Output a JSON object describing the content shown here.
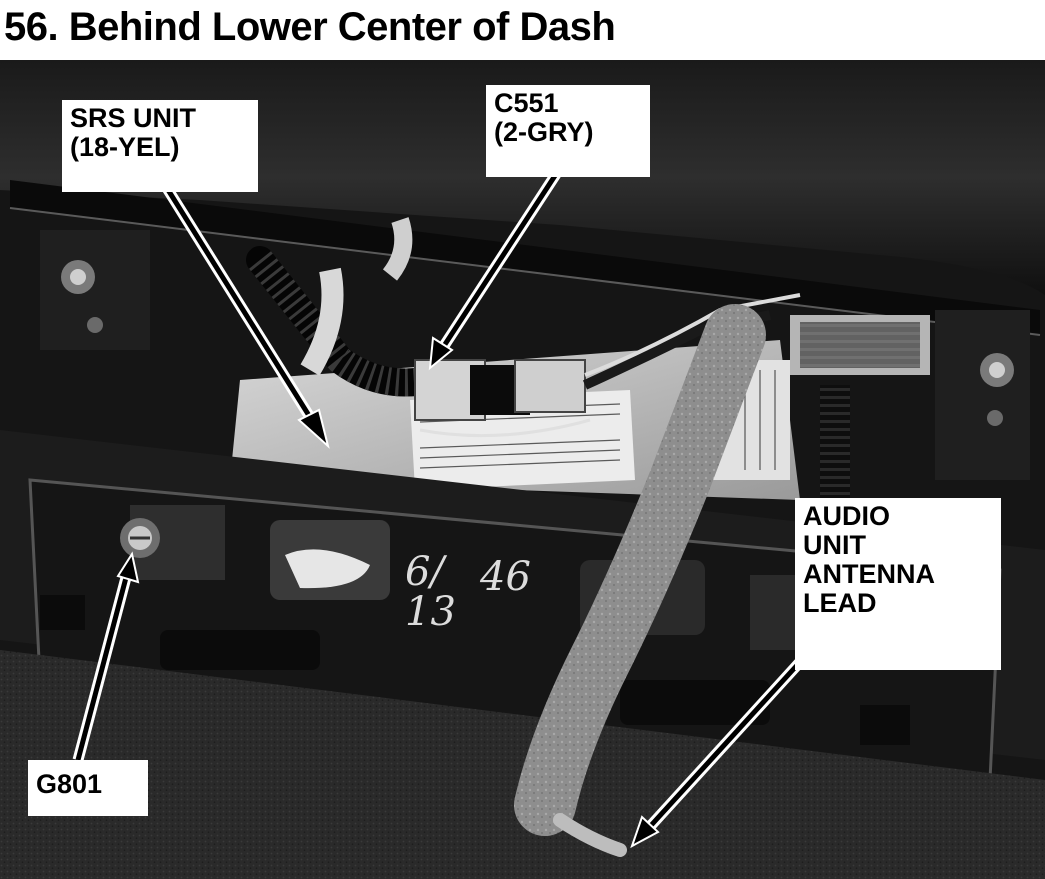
{
  "title": "56. Behind Lower Center of Dash",
  "callouts": {
    "srs_unit": "SRS UNIT\n(18-YEL)",
    "c551": "C551\n(2-GRY)",
    "audio_antenna": "AUDIO\nUNIT\nANTENNA\nLEAD",
    "g801": "G801"
  },
  "chalk_marks": {
    "left": "6/\n13",
    "right": "46"
  }
}
